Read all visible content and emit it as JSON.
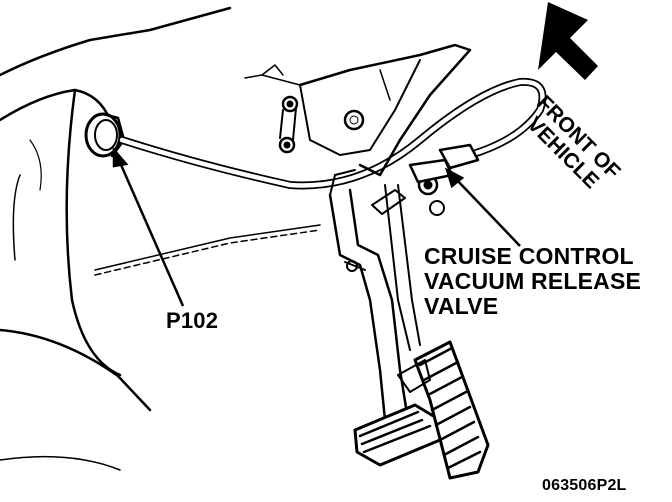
{
  "labels": {
    "connector": "P102",
    "valve_line1": "CRUISE CONTROL",
    "valve_line2": "VACUUM RELEASE",
    "valve_line3": "VALVE",
    "front_line1": "FRONT OF",
    "front_line2": "VEHICLE",
    "figure_code": "063506P2L"
  },
  "colors": {
    "ink": "#000000",
    "paper": "#ffffff"
  }
}
